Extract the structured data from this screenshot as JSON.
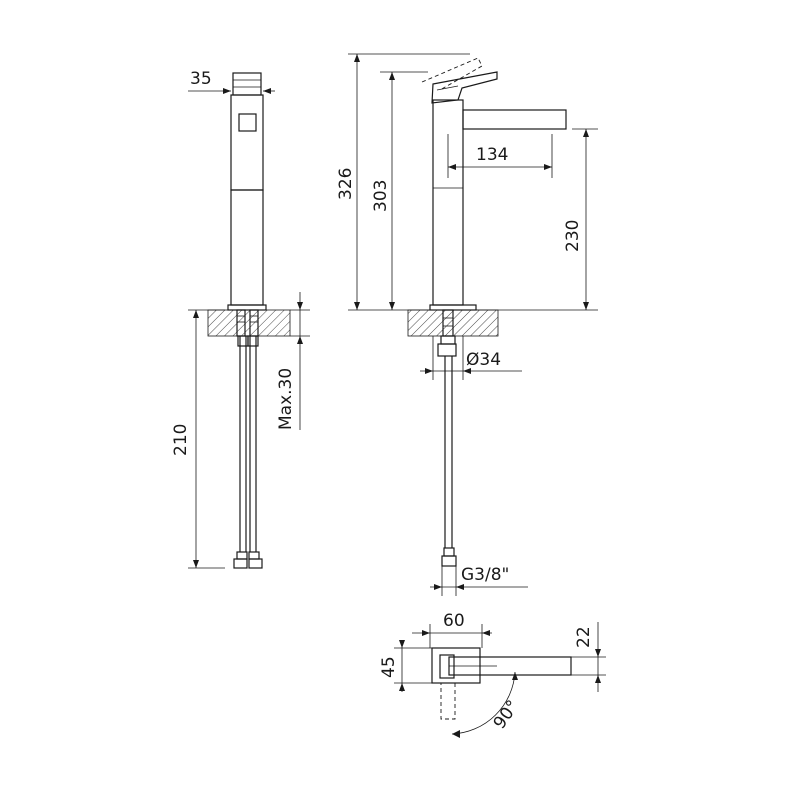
{
  "dimensions": {
    "body_width": "35",
    "mount_depth_max": "Max.30",
    "hose_length": "210",
    "total_height": "326",
    "spout_height": "303",
    "outlet_height": "230",
    "spout_reach": "134",
    "base_diameter": "Ø34",
    "thread": "G3/8\"",
    "plan_width": "60",
    "plan_depth": "45",
    "spout_width": "22",
    "rotation": "90°"
  }
}
